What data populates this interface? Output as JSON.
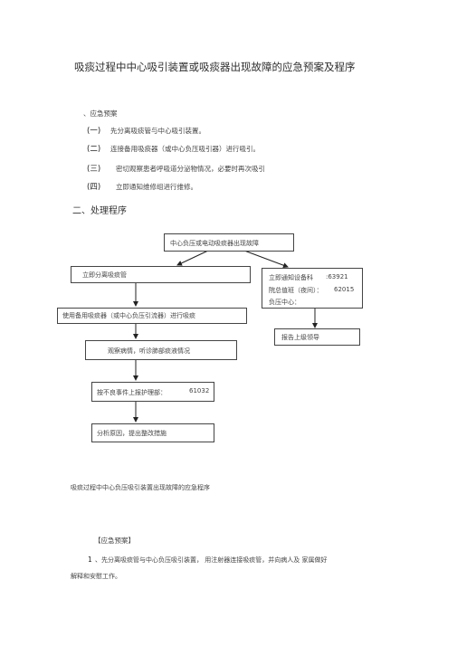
{
  "title": "吸痰过程中中心吸引装置或吸痰器出现故障的应急预案及程序",
  "section1": {
    "heading": "、应急预案",
    "items": [
      {
        "num": "(一)",
        "text": "先分离吸痰管与中心吸引装置。"
      },
      {
        "num": "(二)",
        "text": "连接备用吸痰器（或中心负压吸引器）进行吸引。"
      },
      {
        "num": "(三)",
        "text": "密切观察患者呼吸道分泌物情况，必要时再次吸引"
      },
      {
        "num": "(四)",
        "text": "立即通知维修组进行维修。"
      }
    ]
  },
  "section2": {
    "heading": "二、处理程序"
  },
  "flow": {
    "top": "中心负压或电动吸痰器出现故障",
    "left1": "立即分离吸痰管",
    "notify_line1": "立即通知设备科",
    "notify_num1": ":63921",
    "notify_line2": "院总值班（夜间）：",
    "notify_num2": "62015",
    "notify_line3": "负压中心：",
    "backup": "使用备用吸痰器（或中心负压引流器）进行吸痰",
    "report": "报告上级领导",
    "observe": "观察病情，听诊肺部痰液情况",
    "adverse": "按不良事件上报护理部：",
    "adverse_num": "61032",
    "analyze": "分析原因，提出整改措施"
  },
  "caption": "吸痰过程中中心负压吸引装置出现故障的应急程序",
  "plan": {
    "heading": "【应急预案】",
    "num": "1",
    "text_line1": "、先分离吸痰管与中心负压吸引装置，  用注射器连接吸痰管，并向病人及  家属做好",
    "text_line2": "解释和安慰工作。"
  }
}
